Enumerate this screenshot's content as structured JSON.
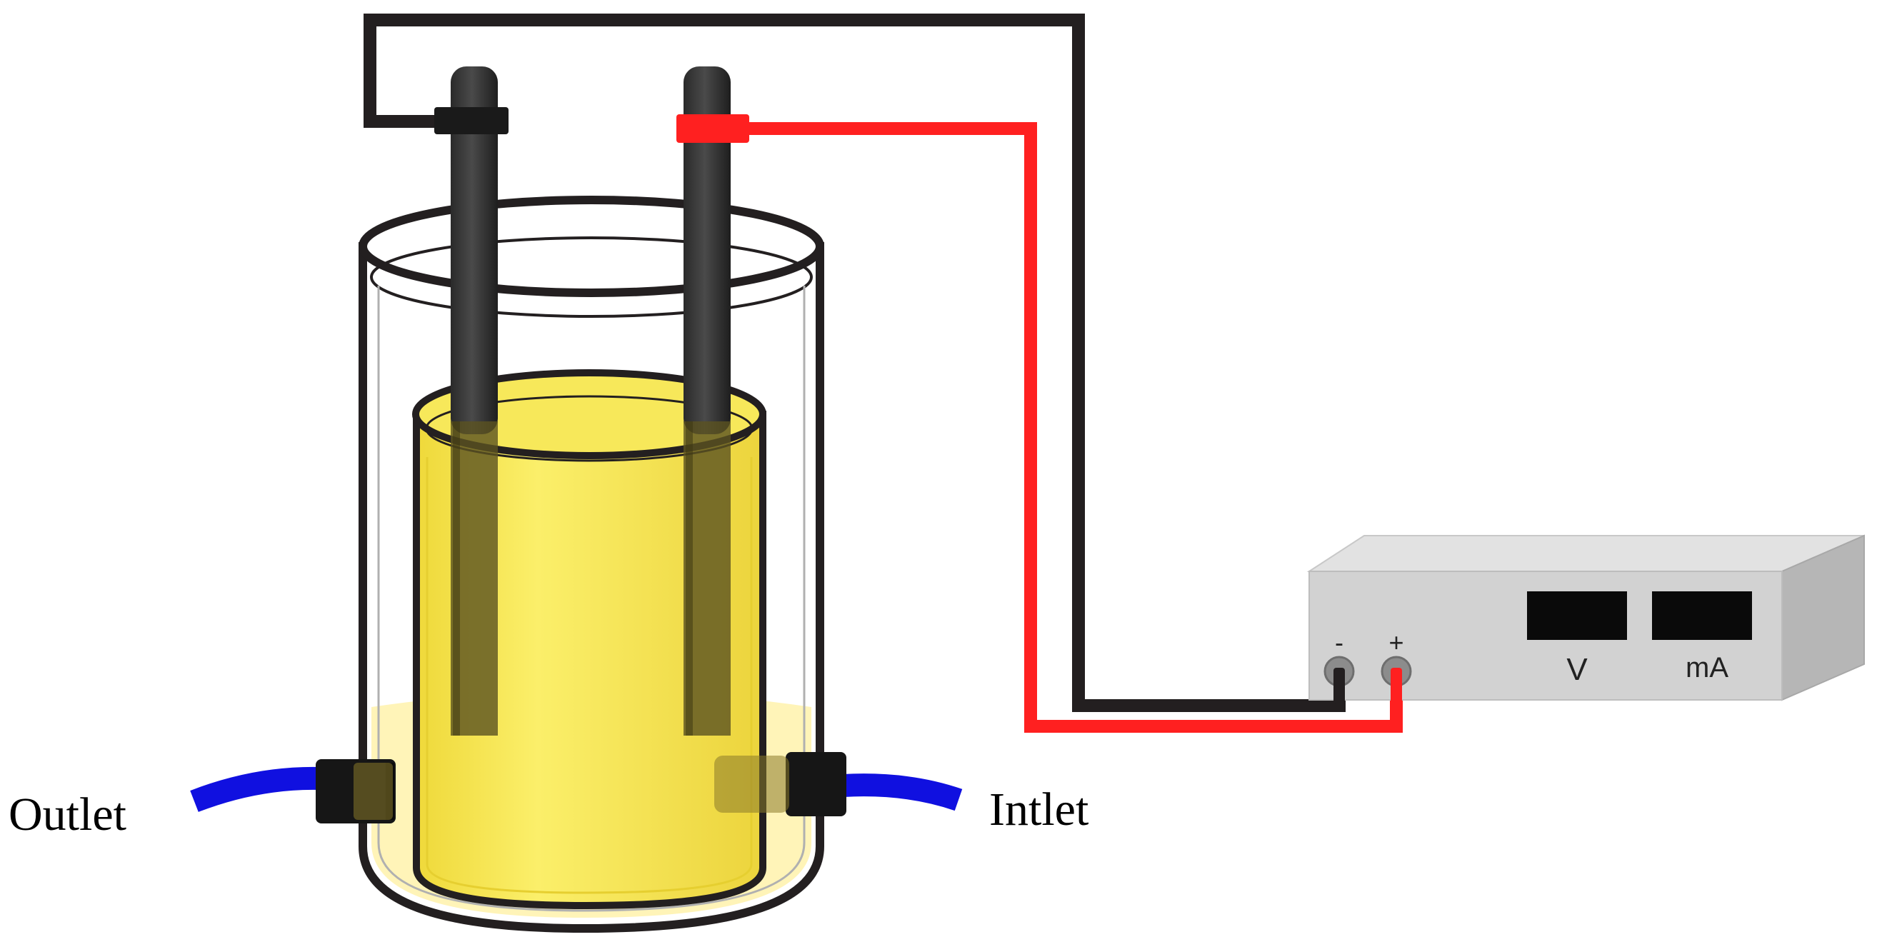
{
  "labels": {
    "outlet": "Outlet",
    "inlet": "Intlet",
    "terminal_negative": "-",
    "terminal_positive": "+",
    "meter_voltage": "V",
    "meter_current": "mA"
  },
  "colors": {
    "wire_black": "#231f20",
    "wire_red": "#ff2020",
    "tube_blue": "#1010e0",
    "electrolyte": "#f5e64a",
    "electrolyte_light": "#fff3a0",
    "electrode": "#333333",
    "glass_outline": "#231f20",
    "power_supply_front": "#d2d2d2",
    "power_supply_top": "#e2e2e2",
    "power_supply_side": "#b6b6b6",
    "display": "#0a0a0a",
    "terminal": "#8c8c8c"
  }
}
